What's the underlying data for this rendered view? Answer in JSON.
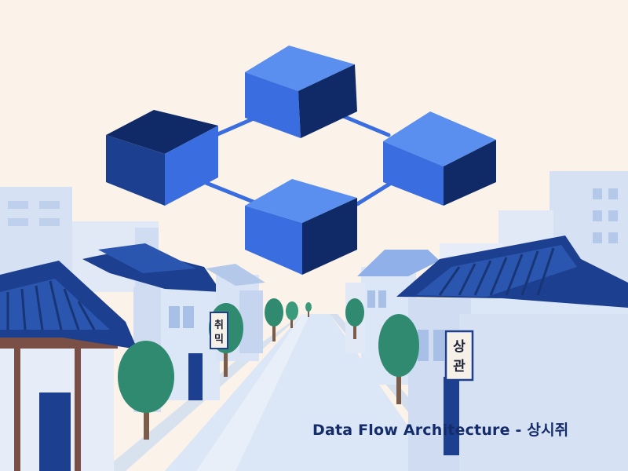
{
  "caption": "Data Flow Architecture - 상시쥐",
  "signs": {
    "left": [
      "취",
      "믹"
    ],
    "right": [
      "상",
      "관"
    ]
  },
  "colors": {
    "background": "#fbf3ea",
    "cube_top": "#5a8ff0",
    "cube_front": "#3a6ee0",
    "cube_dark": "#0f2a66",
    "roof": "#1d3f8f",
    "wall": "#cfdcf2",
    "tree": "#2f8a6f",
    "road": "#dbe6f6"
  }
}
